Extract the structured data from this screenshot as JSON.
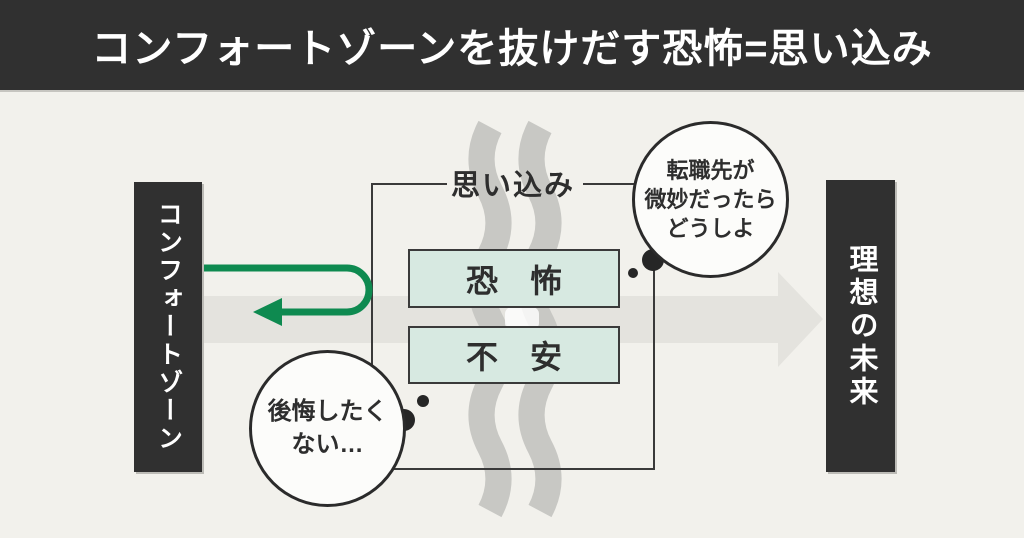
{
  "header": {
    "title": "コンフォートゾーンを抜けだす恐怖=思い込み"
  },
  "zones": {
    "comfort": "コンフォートゾーン",
    "future": "理想の未来"
  },
  "assumption": {
    "label": "思い込み",
    "fear": "恐怖",
    "anxiety": "不安"
  },
  "bubbles": {
    "top_right": {
      "line1": "転職先が",
      "line2": "微妙だったら",
      "line3": "どうしよ"
    },
    "bottom_left": {
      "line1": "後悔したく",
      "line2": "ない…"
    }
  },
  "colors": {
    "background": "#f2f1ec",
    "panel_dark": "#303030",
    "arrow_gray": "#e4e3de",
    "wave_gray": "#c8c8c4",
    "mint": "#d7e9e1",
    "accent_green": "#0e8a50",
    "text_dark": "#2e2e2e"
  }
}
